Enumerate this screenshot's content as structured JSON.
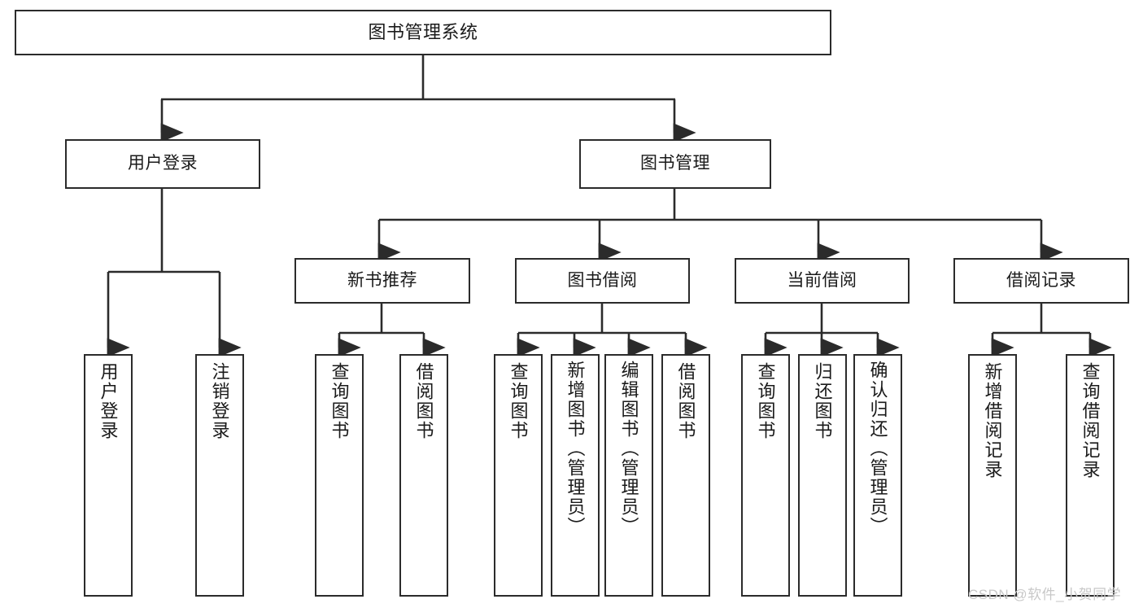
{
  "diagram": {
    "type": "tree",
    "title": "图书管理系统",
    "watermark": "CSDN @软件_小贺同学",
    "colors": {
      "stroke": "#2b2b2b",
      "fill": "#ffffff",
      "text": "#1a1a1a",
      "watermark": "#c8c8c8"
    },
    "nodes": {
      "root": {
        "label": "图书管理系统"
      },
      "level2": [
        {
          "label": "用户登录"
        },
        {
          "label": "图书管理"
        }
      ],
      "level3": [
        {
          "label": "新书推荐"
        },
        {
          "label": "图书借阅"
        },
        {
          "label": "当前借阅"
        },
        {
          "label": "借阅记录"
        }
      ],
      "leaves": {
        "user_login": [
          {
            "label": "用户登录"
          },
          {
            "label": "注销登录"
          }
        ],
        "new_book": [
          {
            "label": "查询图书"
          },
          {
            "label": "借阅图书"
          }
        ],
        "borrow_book": [
          {
            "label": "查询图书"
          },
          {
            "label": "新增图书（管理员）"
          },
          {
            "label": "编辑图书（管理员）"
          },
          {
            "label": "借阅图书"
          }
        ],
        "current_borrow": [
          {
            "label": "查询图书"
          },
          {
            "label": "归还图书"
          },
          {
            "label": "确认归还（管理员）"
          }
        ],
        "borrow_record": [
          {
            "label": "新增借阅记录"
          },
          {
            "label": "查询借阅记录"
          }
        ]
      }
    }
  }
}
